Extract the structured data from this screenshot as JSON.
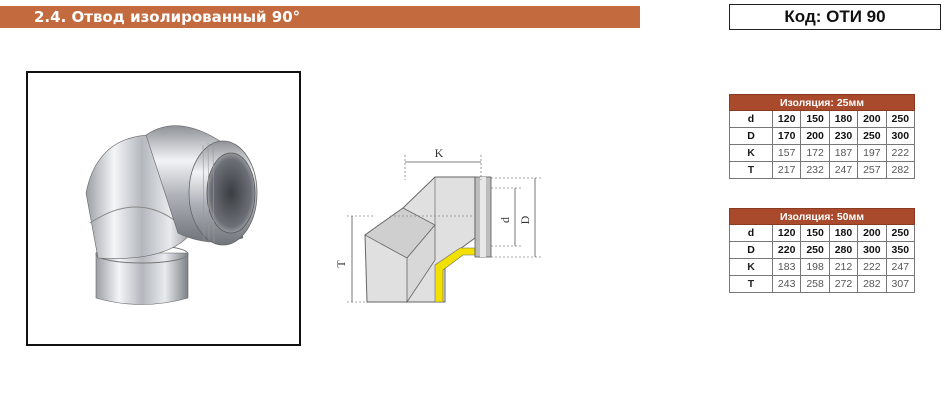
{
  "header": {
    "title": "2.4. Отвод изолированный 90°",
    "code": "Код: ОТИ 90"
  },
  "diagram": {
    "label_k": "K",
    "label_d_small": "d",
    "label_d_big": "D",
    "label_t": "T"
  },
  "colors": {
    "title_bar": "#c46a3f",
    "table_header": "#a84a2b",
    "insulation": "#f2e000"
  },
  "tables": [
    {
      "caption": "Изоляция: 25мм",
      "rows": [
        {
          "label": "d",
          "values": [
            "120",
            "150",
            "180",
            "200",
            "250"
          ]
        },
        {
          "label": "D",
          "values": [
            "170",
            "200",
            "230",
            "250",
            "300"
          ]
        },
        {
          "label": "K",
          "values": [
            "157",
            "172",
            "187",
            "197",
            "222"
          ]
        },
        {
          "label": "T",
          "values": [
            "217",
            "232",
            "247",
            "257",
            "282"
          ]
        }
      ]
    },
    {
      "caption": "Изоляция: 50мм",
      "rows": [
        {
          "label": "d",
          "values": [
            "120",
            "150",
            "180",
            "200",
            "250"
          ]
        },
        {
          "label": "D",
          "values": [
            "220",
            "250",
            "280",
            "300",
            "350"
          ]
        },
        {
          "label": "K",
          "values": [
            "183",
            "198",
            "212",
            "222",
            "247"
          ]
        },
        {
          "label": "T",
          "values": [
            "243",
            "258",
            "272",
            "282",
            "307"
          ]
        }
      ]
    }
  ]
}
